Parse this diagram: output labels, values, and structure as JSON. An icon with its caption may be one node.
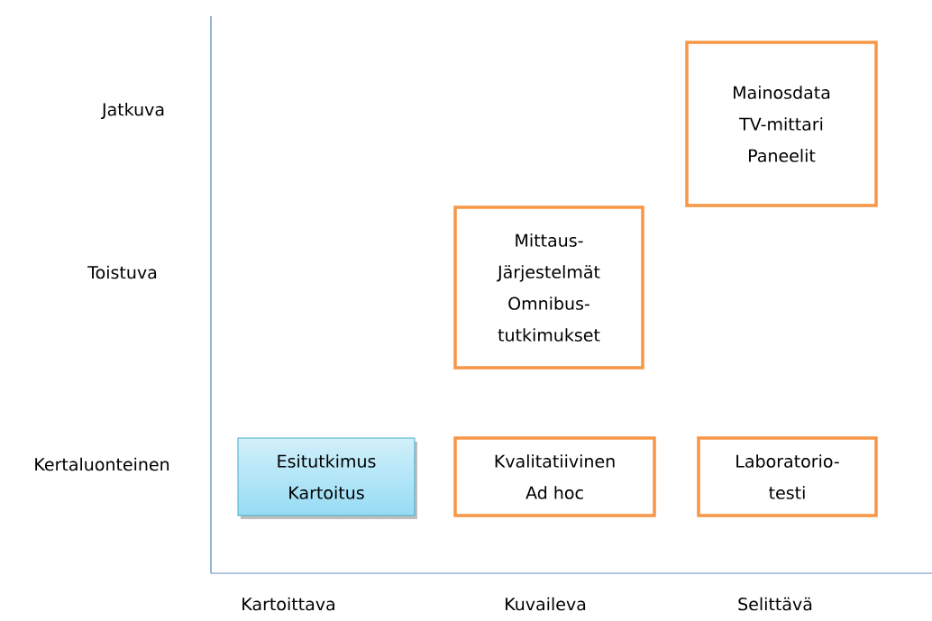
{
  "diagram": {
    "nodes": [
      {
        "text": [
          "Mainosdata",
          "TV-mittari",
          "Paneelit"
        ]
      },
      {
        "text": [
          "Mittaus-",
          "Järjestelmät",
          "Omnibus-",
          "tutkimukset"
        ]
      },
      {
        "text": [
          "Esitutkimus",
          "Kartoitus"
        ]
      },
      {
        "text": [
          "Kvalitatiivinen",
          "Ad hoc"
        ]
      },
      {
        "text": [
          "Laboratorio-",
          "testi"
        ]
      }
    ],
    "labels": [
      "Jatkuva",
      "Toistuva",
      "Kertaluonteinen",
      "Kartoittava",
      "Kuvaileva",
      "Selittävä"
    ]
  }
}
